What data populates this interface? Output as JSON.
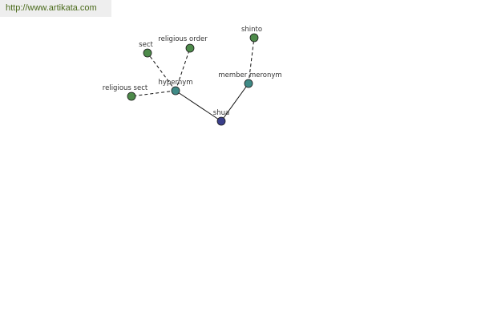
{
  "source_url": "http://www.artikata.com",
  "graph": {
    "nodes": [
      {
        "id": "shua",
        "label": "shua",
        "color": "#3a3f8a"
      },
      {
        "id": "hypernym",
        "label": "hypernym",
        "color": "#3f8a86"
      },
      {
        "id": "member_meronym",
        "label": "member meronym",
        "color": "#3f8a86"
      },
      {
        "id": "sect",
        "label": "sect",
        "color": "#4d8a4a"
      },
      {
        "id": "religious_order",
        "label": "religious order",
        "color": "#4d8a4a"
      },
      {
        "id": "religious_sect",
        "label": "religious sect",
        "color": "#4d8a4a"
      },
      {
        "id": "shinto",
        "label": "shinto",
        "color": "#4d8a4a"
      }
    ],
    "edges": [
      {
        "from": "shua",
        "to": "hypernym",
        "style": "solid"
      },
      {
        "from": "shua",
        "to": "member_meronym",
        "style": "solid"
      },
      {
        "from": "hypernym",
        "to": "sect",
        "style": "dashed"
      },
      {
        "from": "hypernym",
        "to": "religious_order",
        "style": "dashed"
      },
      {
        "from": "hypernym",
        "to": "religious_sect",
        "style": "dashed"
      },
      {
        "from": "member_meronym",
        "to": "shinto",
        "style": "dashed"
      }
    ]
  }
}
